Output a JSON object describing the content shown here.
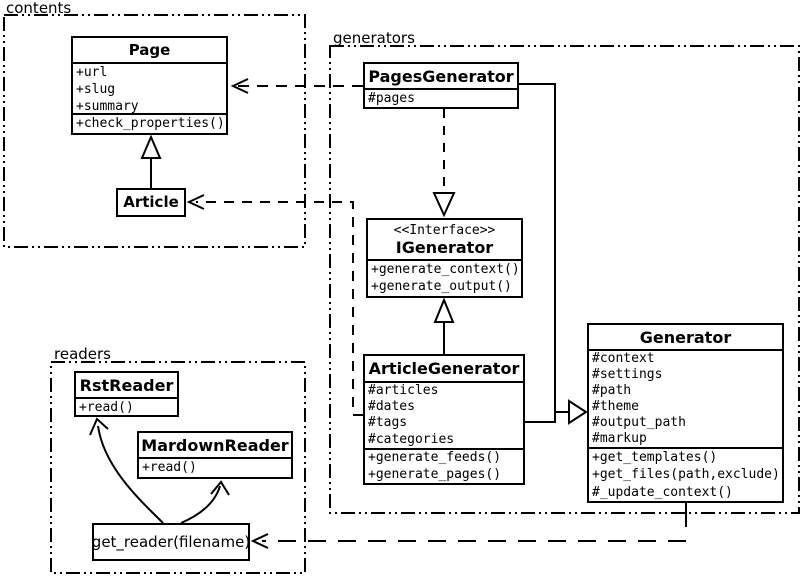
{
  "diagram": {
    "type": "uml-class-diagram",
    "colors": {
      "line": "#000000",
      "background": "#ffffff",
      "box_fill": "#ffffff"
    }
  },
  "packages": {
    "contents": {
      "label": "contents"
    },
    "generators": {
      "label": "generators"
    },
    "readers": {
      "label": "readers"
    }
  },
  "classes": {
    "page": {
      "name": "Page",
      "attributes": [
        "+url",
        "+slug",
        "+summary"
      ],
      "methods": [
        "+check_properties()"
      ]
    },
    "article": {
      "name": "Article"
    },
    "pages_generator": {
      "name": "PagesGenerator",
      "attributes": [
        "#pages"
      ]
    },
    "igenerator": {
      "stereotype": "<<Interface>>",
      "name": "IGenerator",
      "methods": [
        "+generate_context()",
        "+generate_output()"
      ]
    },
    "article_generator": {
      "name": "ArticleGenerator",
      "attributes": [
        "#articles",
        "#dates",
        "#tags",
        "#categories"
      ],
      "methods": [
        "+generate_feeds()",
        "+generate_pages()"
      ]
    },
    "generator": {
      "name": "Generator",
      "attributes": [
        "#context",
        "#settings",
        "#path",
        "#theme",
        "#output_path",
        "#markup"
      ],
      "methods": [
        "+get_templates()",
        "+get_files(path,exclude)",
        "#_update_context()"
      ]
    },
    "rst_reader": {
      "name": "RstReader",
      "methods": [
        "+read()"
      ]
    },
    "mardown_reader": {
      "name": "MardownReader",
      "methods": [
        "+read()"
      ]
    },
    "get_reader": {
      "label": "get_reader(filename)"
    }
  },
  "relations": [
    {
      "from": "Article",
      "to": "Page",
      "type": "generalization"
    },
    {
      "from": "PagesGenerator",
      "to": "Page",
      "type": "dependency"
    },
    {
      "from": "ArticleGenerator",
      "to": "Article",
      "type": "dependency"
    },
    {
      "from": "PagesGenerator",
      "to": "IGenerator",
      "type": "realization"
    },
    {
      "from": "ArticleGenerator",
      "to": "IGenerator",
      "type": "generalization"
    },
    {
      "from": "PagesGenerator",
      "to": "Generator",
      "type": "generalization"
    },
    {
      "from": "ArticleGenerator",
      "to": "Generator",
      "type": "generalization"
    },
    {
      "from": "Generator",
      "to": "get_reader",
      "type": "dependency"
    },
    {
      "from": "get_reader",
      "to": "RstReader",
      "type": "arrow"
    },
    {
      "from": "get_reader",
      "to": "MardownReader",
      "type": "arrow"
    }
  ]
}
